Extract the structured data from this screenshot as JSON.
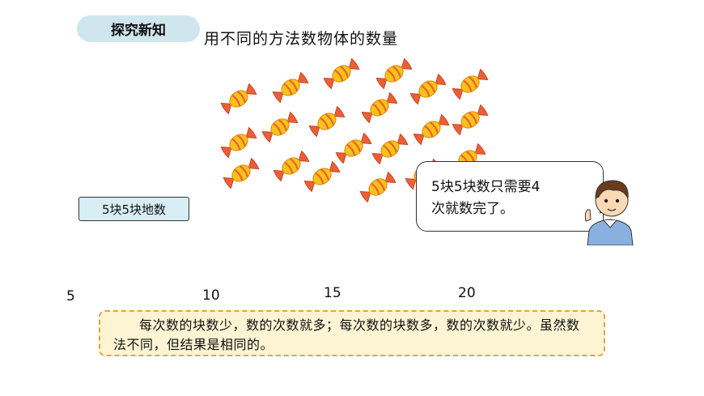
{
  "section_tab": "探究新知",
  "heading": "用不同的方法数物体的数量",
  "method_label": "5块5块地数",
  "speech_bubble": {
    "line1": "5块5块数只需要4",
    "line2": "次就数完了。"
  },
  "count_marks": [
    "5",
    "10",
    "15",
    "20"
  ],
  "summary_text": "每次数的块数少，数的次数就多；每次数的块数多，数的次数就少。虽然数法不同，但结果是相同的。",
  "object_name": "candy-icon",
  "candy_count": 20,
  "colors": {
    "tab_bg": "#cfe6ee",
    "label_bg": "#d8eef5",
    "summary_bg": "#fcf4d3",
    "summary_border": "#e2a24a",
    "candy_body": "#f8c21a",
    "candy_wrapper": "#ec5f34"
  }
}
